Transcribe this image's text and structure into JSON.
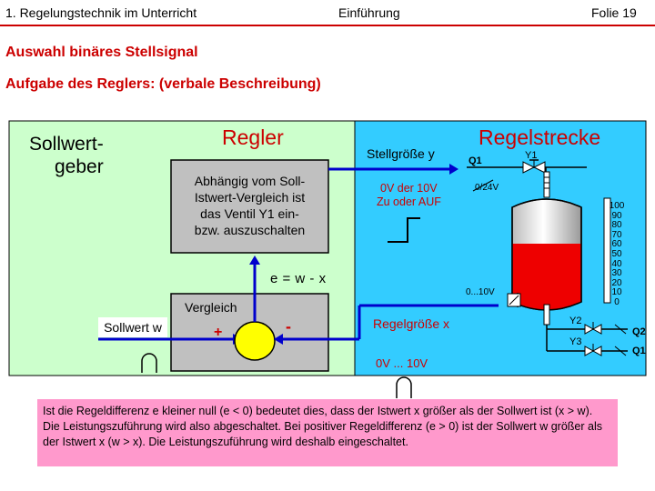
{
  "header": {
    "left": "1. Regelungstechnik im Unterricht",
    "center": "Einführung",
    "right": "Folie 19"
  },
  "headings": {
    "h1": "Auswahl binäres Stellsignal",
    "h2": "Aufgabe des Reglers: (verbale Beschreibung)"
  },
  "diagram": {
    "sollwertgeber_line1": "Sollwert-",
    "sollwertgeber_line2": "geber",
    "regler_title": "Regler",
    "regler_desc": [
      "Abhängig vom Soll-",
      "Istwert-Vergleich ist",
      "das Ventil Y1 ein-",
      "bzw. auszuschalten"
    ],
    "equation": "e = w - x",
    "vergleich": "Vergleich",
    "sollwert_w": "Sollwert w",
    "plus": "+",
    "minus": "-",
    "stellgroesse": "Stellgröße y",
    "stell_range_1": "0V der 10V",
    "stell_range_2": "Zu oder AUF",
    "regelstrecke": "Regelstrecke",
    "q1_top": "Q1",
    "y1": "Y1",
    "v024": "0/24V",
    "range_010": "0...10V",
    "regelgroesse": "Regelgröße x",
    "range_0v10v": "0V ... 10V",
    "y2": "Y2",
    "y3": "Y3",
    "q2": "Q2",
    "q1_bottom": "Q1",
    "scale": [
      "100",
      "90",
      "80",
      "70",
      "60",
      "50",
      "40",
      "30",
      "20",
      "10",
      "0"
    ]
  },
  "info_text": "Ist die Regeldifferenz e kleiner null (e < 0) bedeutet dies, dass der Istwert x größer als der Sollwert ist (x > w). Die Leistungszuführung wird also abgeschaltet. Bei positiver Regeldifferenz (e > 0) ist der Sollwert w größer als der Istwert x (w > x). Die Leistungszuführung wird deshalb eingeschaltet.",
  "colors": {
    "green_panel": "#ccffcc",
    "cyan_panel": "#33ccff",
    "grey_box": "#c0c0c0",
    "signal_blue": "#0000cc",
    "heading_red": "#cc0000",
    "tank_fill": "#ee0000",
    "comparator_yellow": "#ffff00",
    "info_pink": "#ff99cc"
  }
}
